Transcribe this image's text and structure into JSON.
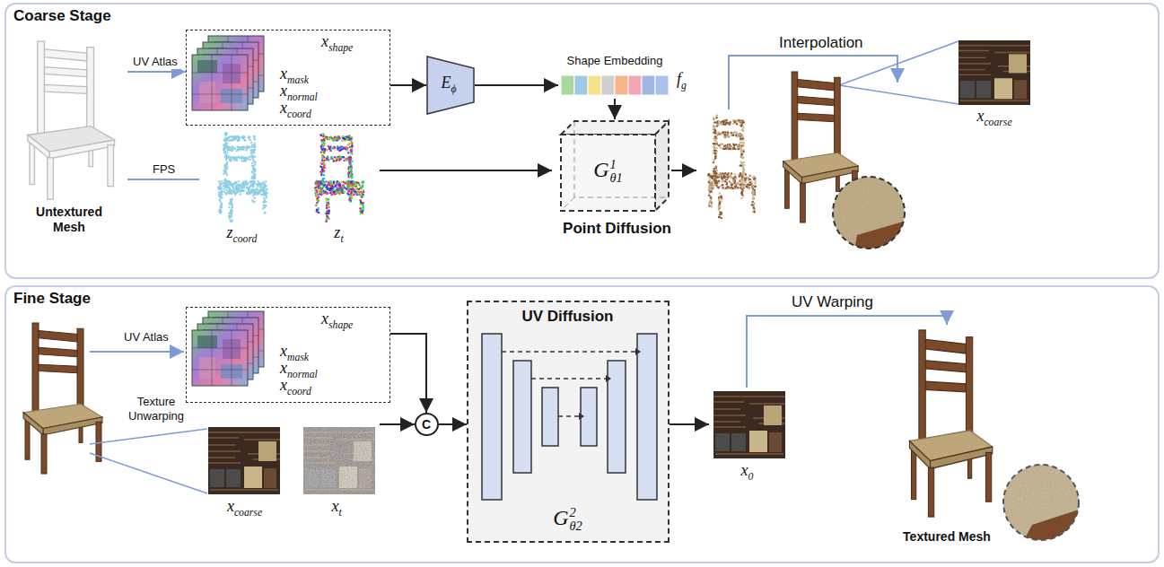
{
  "diagram": {
    "nodes": [
      {
        "text": [
          "Coarse Stage"
        ]
      },
      {
        "text": [
          "Untextured Mesh"
        ],
        "in": 0
      },
      {
        "text": [
          "xshape",
          "xmask",
          "xnormal",
          "xcoord"
        ],
        "in": 0
      },
      {
        "text": [
          "zcoord"
        ],
        "in": 0
      },
      {
        "text": [
          "zt"
        ],
        "in": 0
      },
      {
        "text": [
          "Eϕ"
        ],
        "in": 0
      },
      {
        "text": [
          "Shape Embedding",
          "fg"
        ],
        "in": 0
      },
      {
        "text": [
          "G1θ1",
          "Point Diffusion"
        ],
        "in": 0
      },
      {
        "text": [
          "xcoarse"
        ],
        "in": 0
      },
      {
        "text": [
          "Fine Stage"
        ]
      },
      {
        "text": [
          "xshape",
          "xmask",
          "xnormal",
          "xcoord"
        ],
        "in": 9
      },
      {
        "text": [
          "xcoarse"
        ],
        "in": 9
      },
      {
        "text": [
          "xt"
        ],
        "in": 9
      },
      {
        "text": [
          "C"
        ],
        "in": 9
      },
      {
        "text": [
          "UV Diffusion",
          "G2θ2"
        ],
        "in": 9
      },
      {
        "text": [
          "x0"
        ],
        "in": 9
      },
      {
        "text": [
          "Textured Mesh"
        ],
        "in": 9
      }
    ],
    "edges": [
      {
        "from": 1,
        "to": 2,
        "label": "UV Atlas",
        "arrow": "to"
      },
      {
        "from": 1,
        "to": 3,
        "label": "FPS",
        "arrow": "none"
      },
      {
        "from": 2,
        "to": 5,
        "arrow": "to"
      },
      {
        "from": 5,
        "to": 6,
        "arrow": "to"
      },
      {
        "from": 6,
        "to": 7,
        "arrow": "to"
      },
      {
        "from": 4,
        "to": 7,
        "arrow": "to"
      },
      {
        "from": 10,
        "to": 13,
        "arrow": "to"
      },
      {
        "from": 12,
        "to": 13,
        "arrow": "to"
      },
      {
        "from": 13,
        "to": 14,
        "arrow": "to"
      },
      {
        "from": 14,
        "to": 15,
        "arrow": "to"
      },
      {
        "from": 15,
        "to": 16,
        "label": "UV Warping",
        "arrow": "to"
      }
    ],
    "labels": [
      "Interpolation",
      "UV Atlas",
      "Texture Unwarping"
    ]
  }
}
